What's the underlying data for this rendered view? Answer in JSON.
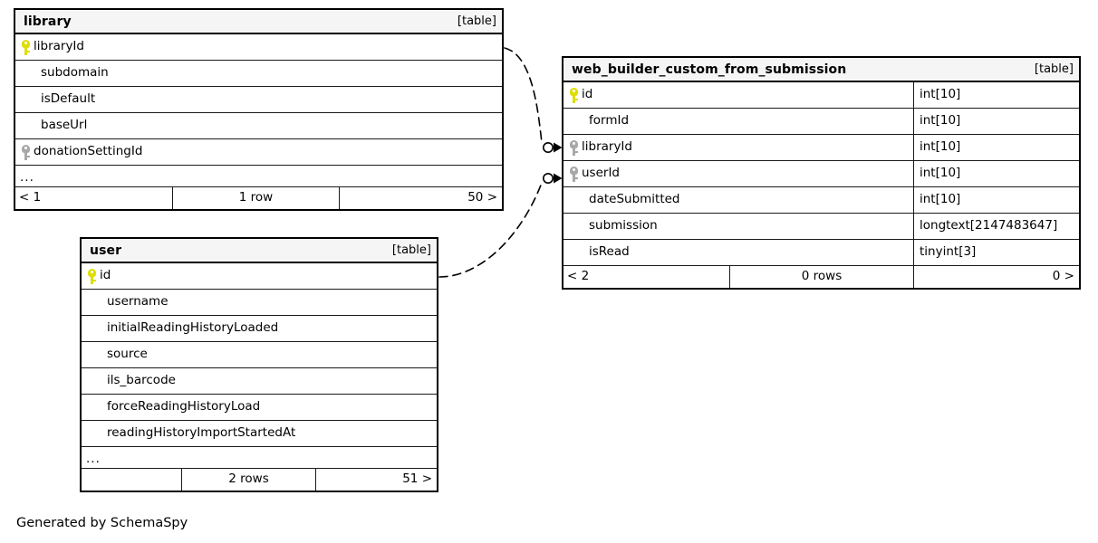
{
  "diagram": {
    "kind": "entity-relationship-diagram",
    "generator_credit": "Generated by SchemaSpy",
    "table_tag": "[table]",
    "ellipsis": "...",
    "colors": {
      "background": "#ffffff",
      "table_border": "#000000",
      "header_fill": "#f5f5f5",
      "row_line": "#1a1a1a",
      "primary_key": "#dede00",
      "foreign_key": "#a8a8a8",
      "relationship_line": "#000000"
    }
  },
  "tables": [
    {
      "id": "library",
      "name": "library",
      "tag": "[table]",
      "has_more": true,
      "more_label": "...",
      "columns": [
        {
          "name": "libraryId",
          "key": "primary",
          "type": ""
        },
        {
          "name": "subdomain",
          "key": "none",
          "type": ""
        },
        {
          "name": "isDefault",
          "key": "none",
          "type": ""
        },
        {
          "name": "baseUrl",
          "key": "none",
          "type": ""
        },
        {
          "name": "donationSettingId",
          "key": "foreign",
          "type": ""
        }
      ],
      "footer": {
        "left": "< 1",
        "center": "1 row",
        "right": "50 >"
      }
    },
    {
      "id": "web_builder_custom_from_submission",
      "name": "web_builder_custom_from_submission",
      "tag": "[table]",
      "has_more": false,
      "more_label": "",
      "columns": [
        {
          "name": "id",
          "key": "primary",
          "type": "int[10]"
        },
        {
          "name": "formId",
          "key": "none",
          "type": "int[10]"
        },
        {
          "name": "libraryId",
          "key": "foreign",
          "type": "int[10]"
        },
        {
          "name": "userId",
          "key": "foreign",
          "type": "int[10]"
        },
        {
          "name": "dateSubmitted",
          "key": "none",
          "type": "int[10]"
        },
        {
          "name": "submission",
          "key": "none",
          "type": "longtext[2147483647]"
        },
        {
          "name": "isRead",
          "key": "none",
          "type": "tinyint[3]"
        }
      ],
      "footer": {
        "left": "< 2",
        "center": "0 rows",
        "right": "0 >"
      }
    },
    {
      "id": "user",
      "name": "user",
      "tag": "[table]",
      "has_more": true,
      "more_label": "...",
      "columns": [
        {
          "name": "id",
          "key": "primary",
          "type": ""
        },
        {
          "name": "username",
          "key": "none",
          "type": ""
        },
        {
          "name": "initialReadingHistoryLoaded",
          "key": "none",
          "type": ""
        },
        {
          "name": "source",
          "key": "none",
          "type": ""
        },
        {
          "name": "ils_barcode",
          "key": "none",
          "type": ""
        },
        {
          "name": "forceReadingHistoryLoad",
          "key": "none",
          "type": ""
        },
        {
          "name": "readingHistoryImportStartedAt",
          "key": "none",
          "type": ""
        }
      ],
      "footer": {
        "left": "",
        "center": "2 rows",
        "right": "51 >"
      }
    }
  ],
  "relationships": [
    {
      "from_table": "library",
      "from_column": "libraryId",
      "to_table": "web_builder_custom_from_submission",
      "to_column": "libraryId",
      "style": "dashed",
      "end_marker": "zero-or-more"
    },
    {
      "from_table": "user",
      "from_column": "id",
      "to_table": "web_builder_custom_from_submission",
      "to_column": "userId",
      "style": "dashed",
      "end_marker": "zero-or-more"
    }
  ]
}
